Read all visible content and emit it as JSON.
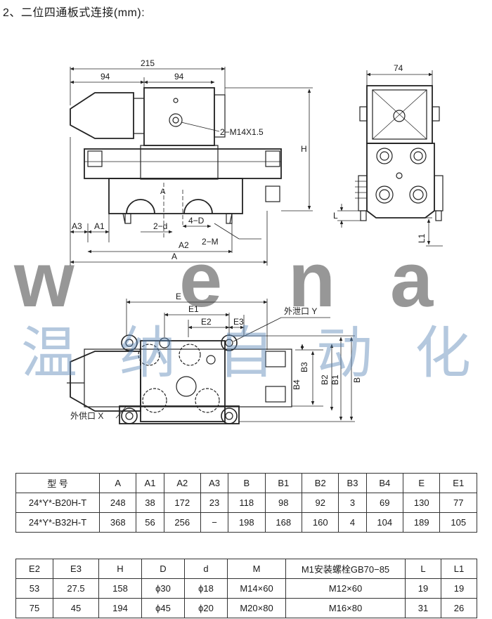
{
  "title": "2、二位四通板式连接(mm):",
  "watermark": {
    "letters": [
      "w",
      "e",
      "n",
      "a"
    ],
    "chinese": [
      "温",
      "纳",
      "自",
      "动",
      "化"
    ],
    "color": "#5b87b8"
  },
  "dims": {
    "d215": "215",
    "d94a": "94",
    "d94b": "94",
    "d74": "74",
    "port_label": "2−M14X1.5",
    "H": "H",
    "A3": "A3",
    "A1": "A1",
    "twod": "2−d",
    "fourD": "4−D",
    "A2": "A2",
    "twoM": "2−M",
    "A": "A",
    "Amark": "A",
    "L": "L",
    "L1": "L1",
    "E": "E",
    "E1": "E1",
    "E2": "E2",
    "E3": "E3",
    "drain": "外泄口  Y",
    "supply": "外供口  X",
    "B3": "B3",
    "B4": "B4",
    "B2": "B2",
    "B1": "B1",
    "B": "B"
  },
  "table1": {
    "header": [
      "型  号",
      "A",
      "A1",
      "A2",
      "A3",
      "B",
      "B1",
      "B2",
      "B3",
      "B4",
      "E",
      "E1"
    ],
    "rows": [
      [
        "24*Y*-B20H-T",
        "248",
        "38",
        "172",
        "23",
        "118",
        "98",
        "92",
        "3",
        "69",
        "130",
        "77"
      ],
      [
        "24*Y*-B32H-T",
        "368",
        "56",
        "256",
        "−",
        "198",
        "168",
        "160",
        "4",
        "104",
        "189",
        "105"
      ]
    ]
  },
  "table2": {
    "header": [
      "E2",
      "E3",
      "H",
      "D",
      "d",
      "M",
      "M1安装螺栓GB70−85",
      "L",
      "L1"
    ],
    "rows": [
      [
        "53",
        "27.5",
        "158",
        "ϕ30",
        "ϕ18",
        "M14×60",
        "M12×60",
        "19",
        "19"
      ],
      [
        "75",
        "45",
        "194",
        "ϕ45",
        "ϕ20",
        "M20×80",
        "M16×80",
        "31",
        "26"
      ]
    ]
  }
}
